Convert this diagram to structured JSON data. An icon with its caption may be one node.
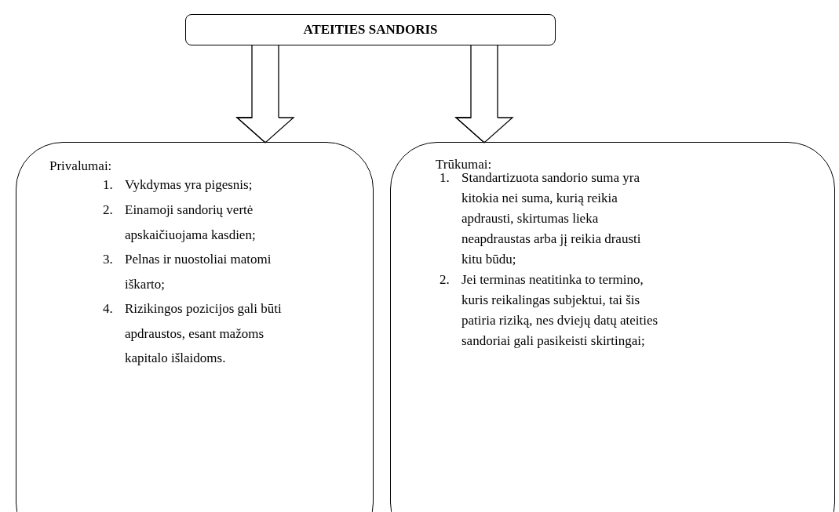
{
  "diagram": {
    "nodes": [
      {
        "text": [
          "ATEITIES SANDORIS"
        ]
      },
      {
        "text": [
          "Privalumai:",
          "1. Vykdymas yra pigesnis;",
          "2. Einamoji sandorių vertė apskaičiuojama kasdien;",
          "3. Pelnas ir nuostoliai matomi iškarto;",
          "4. Rizikingos pozicijos gali būti apdraustos, esant mažoms kapitalo išlaidoms."
        ]
      },
      {
        "text": [
          "Trūkumai:",
          "1. Standartizuota sandorio suma yra kitokia nei suma, kurią reikia apdrausti, skirtumas lieka neapdraustas arba jį reikia drausti kitu būdu;",
          "2. Jei terminas neatitinka to termino, kuris reikalingas subjektui, tai šis patiria riziką, nes dviejų datų ateities sandoriai gali pasikeisti skirtingai;"
        ]
      }
    ],
    "edges": [
      {
        "from": 0,
        "to": 1,
        "arrow": "to"
      },
      {
        "from": 0,
        "to": 2,
        "arrow": "to"
      }
    ]
  }
}
